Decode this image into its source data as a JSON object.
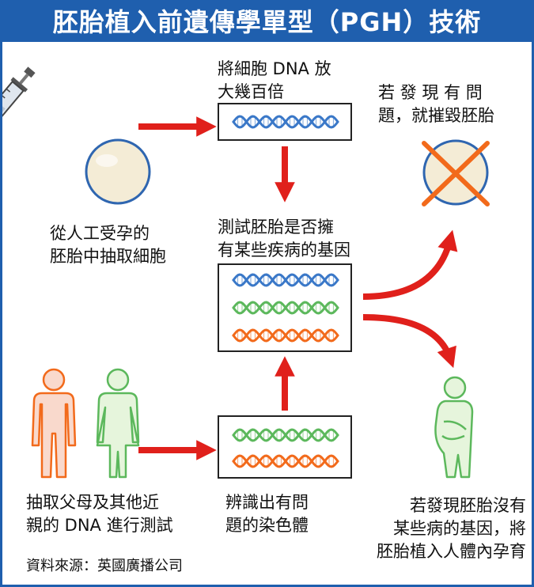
{
  "title": "胚胎植入前遺傳學單型（PGH）技術",
  "labels": {
    "amplify": "將細胞 DNA 放\n大幾百倍",
    "extract_cell": "從人工受孕的\n胚胎中抽取細胞",
    "test_genes": "測試胚胎是否擁\n有某些疾病的基因",
    "destroy": "若 發 現 有 問\n題，就摧毀胚胎",
    "parents_dna": "抽取父母及其他近\n親的 DNA 進行測試",
    "identify": "辨識出有問\n題的染色體",
    "implant": "若發現胚胎沒有\n某些病的基因，將\n胚胎植入人體內孕育",
    "source": "資料來源：英國廣播公司"
  },
  "colors": {
    "title_bg": "#1f5fae",
    "arrow": "#e0201b",
    "dna_blue": "#3a78c8",
    "dna_green": "#5cb85c",
    "dna_orange": "#f26a1b",
    "embryo_fill": "#f4ecd6",
    "embryo_edge": "#2f66b0",
    "cross": "#f26a1b",
    "male_fill": "#f9d9cc",
    "male_stroke": "#f26a1b",
    "female_fill": "#e6f5dc",
    "female_stroke": "#5cb85c"
  },
  "icons": [
    "syringe-icon",
    "embryo-cell-icon",
    "destroyed-embryo-icon",
    "father-icon",
    "mother-icon",
    "pregnant-woman-icon"
  ]
}
